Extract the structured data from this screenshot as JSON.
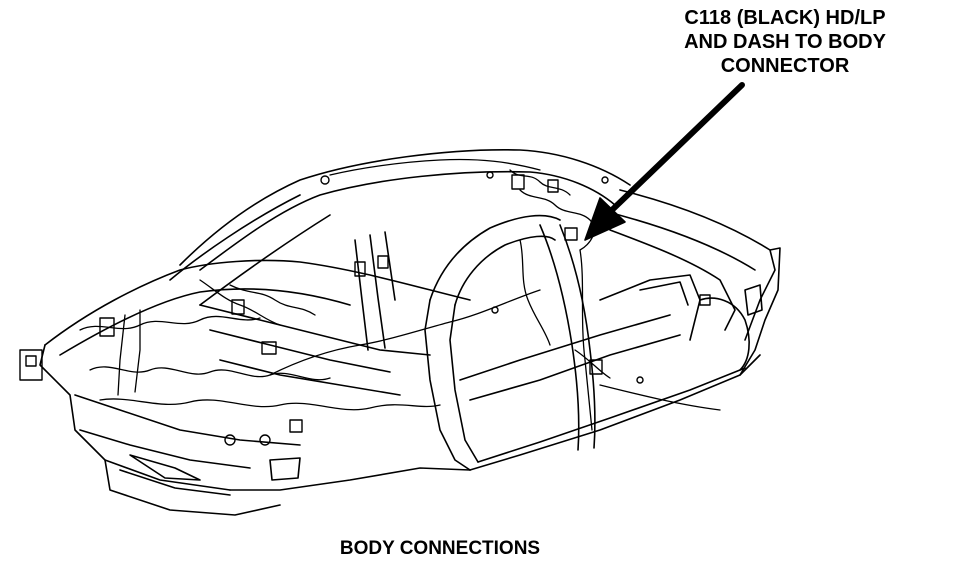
{
  "callout": {
    "line1": "C118 (BLACK) HD/LP",
    "line2": "AND DASH TO BODY",
    "line3": "CONNECTOR"
  },
  "caption": "BODY CONNECTIONS",
  "colors": {
    "ink": "#000000",
    "background": "#ffffff"
  }
}
